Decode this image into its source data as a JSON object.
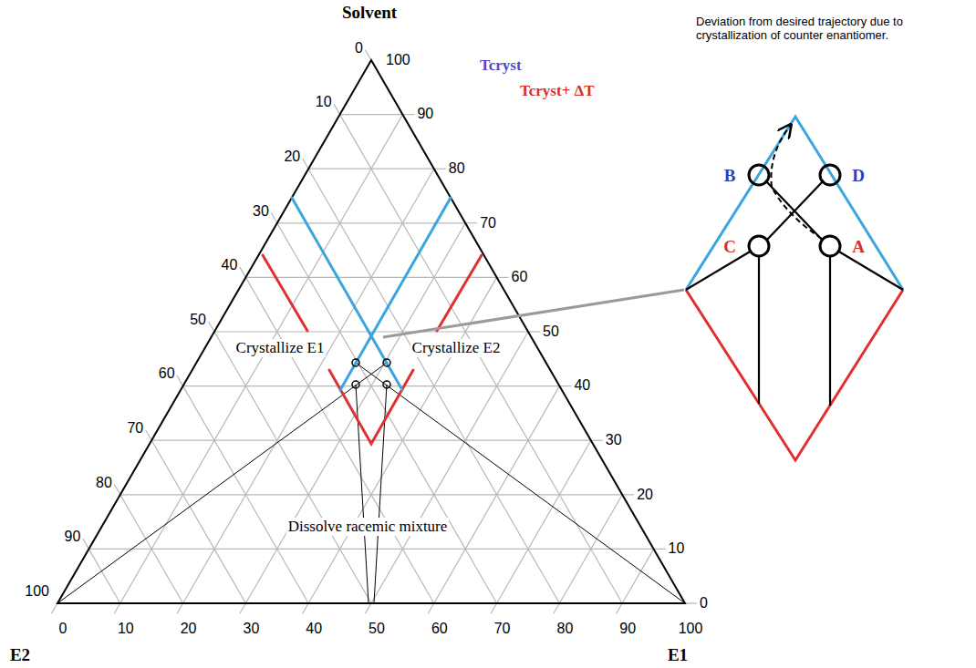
{
  "diagram": {
    "labels": [
      "Deviation from desired trajectory due to crystallization of counter enantiomer.",
      "Solvent",
      "0",
      "10",
      "20",
      "30",
      "40",
      "50",
      "60",
      "70",
      "80",
      "90",
      "100",
      "100",
      "90",
      "80",
      "70",
      "60",
      "50",
      "40",
      "30",
      "20",
      "10",
      "0",
      "Tcryst",
      "Tcryst+ ΔT",
      "Crystallize E1",
      "Crystallize E2",
      "Dissolve racemic mixture",
      "0",
      "10",
      "20",
      "30",
      "40",
      "50",
      "60",
      "70",
      "80",
      "90",
      "100",
      "E2",
      "E1",
      "B",
      "D",
      "C",
      "A"
    ]
  }
}
